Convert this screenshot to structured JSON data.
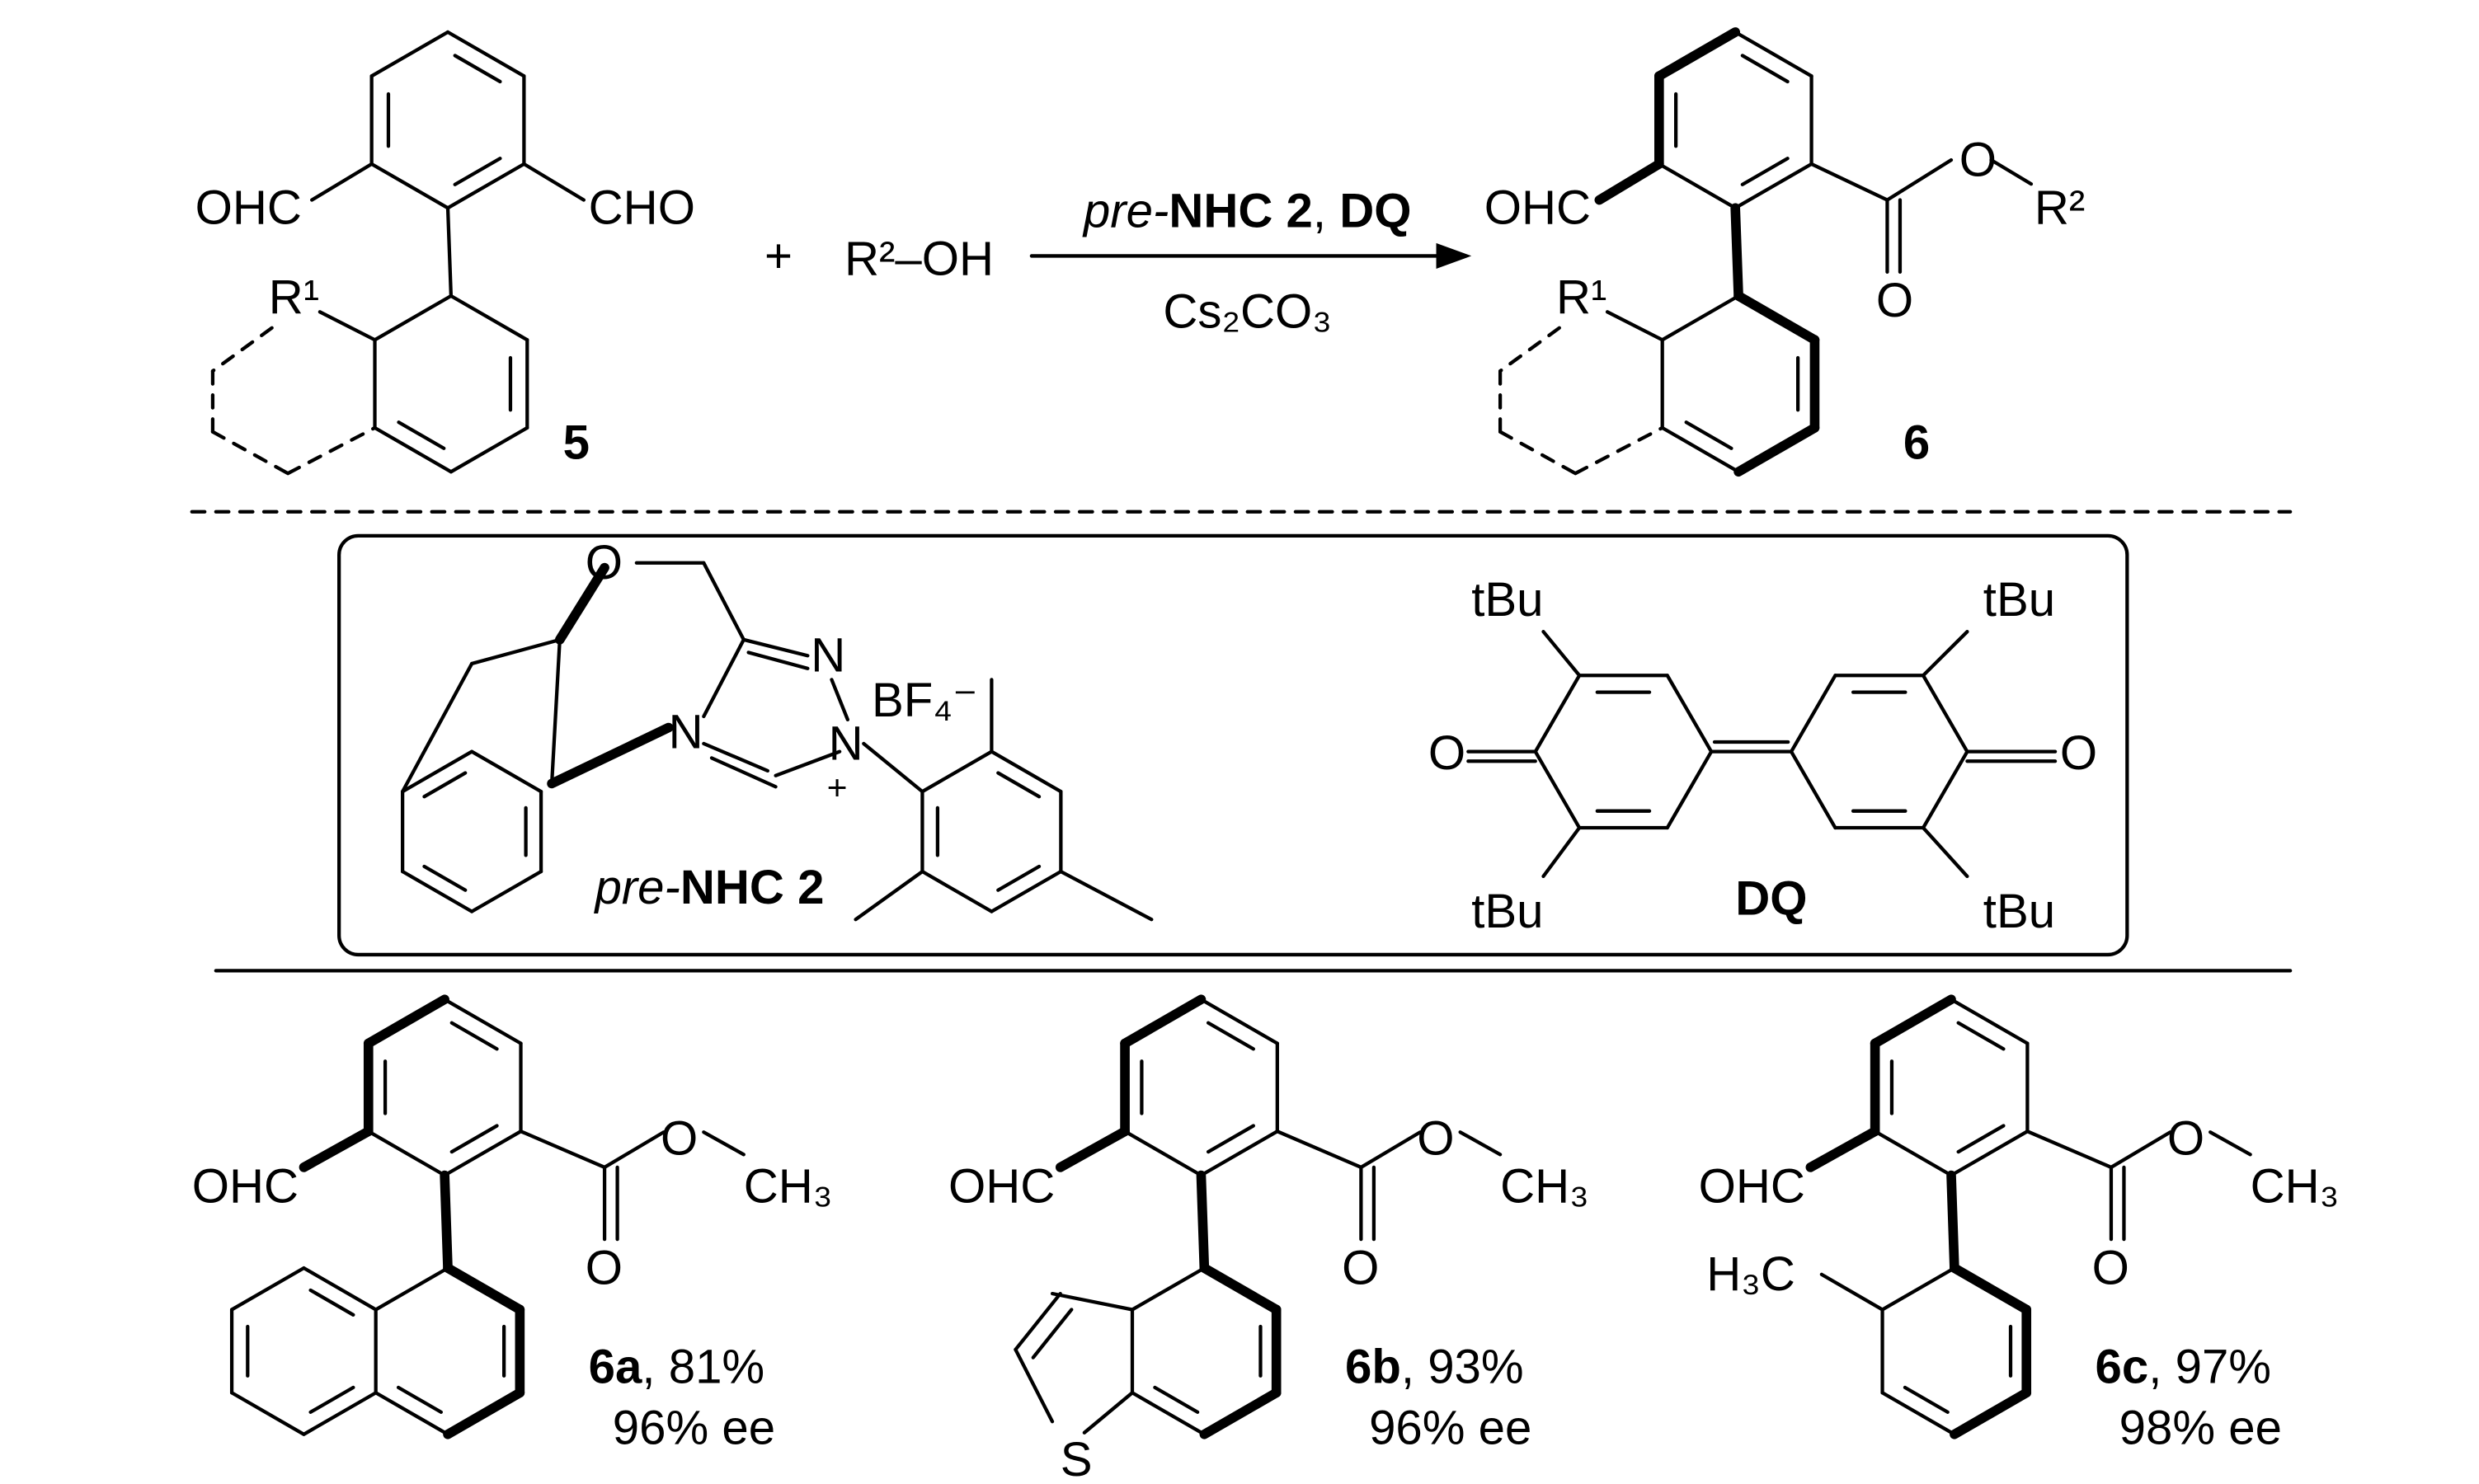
{
  "scheme": {
    "reactant": {
      "label": "5",
      "left_group": "OHC",
      "right_group": "CHO",
      "r1": "R¹"
    },
    "plus": "+",
    "alcohol": "R²–OH",
    "conditions_top": {
      "pre": "pre-",
      "catalyst": "NHC 2",
      "sep": ", ",
      "oxidant": "DQ"
    },
    "conditions_bottom": "Cs₂CO₃",
    "product": {
      "label": "6",
      "left_group": "OHC",
      "r1": "R¹",
      "ester_o": "O",
      "carbonyl_o": "O",
      "r2": "R²"
    }
  },
  "reagents_box": {
    "nhc": {
      "o": "O",
      "n1": "N",
      "n2": "N",
      "n3": "N",
      "plus": "+",
      "anion": "BF₄⁻",
      "label_pre": "pre-",
      "label_main": "NHC 2"
    },
    "dq": {
      "tbu": [
        "tBu",
        "tBu",
        "tBu",
        "tBu"
      ],
      "o_left": "O",
      "o_right": "O",
      "label": "DQ"
    }
  },
  "examples": [
    {
      "id": "6a",
      "yield": ", 81%",
      "ee": "96% ee",
      "aldehyde": "OHC",
      "ester_o": "O",
      "carbonyl_o": "O",
      "methyl": "CH₃",
      "aryl": "naphthyl"
    },
    {
      "id": "6b",
      "yield": ", 93%",
      "ee": "96% ee",
      "aldehyde": "OHC",
      "ester_o": "O",
      "carbonyl_o": "O",
      "methyl": "CH₃",
      "aryl": "benzothiophenyl",
      "s": "S"
    },
    {
      "id": "6c",
      "yield": ", 97%",
      "ee": "98% ee",
      "aldehyde": "OHC",
      "ester_o": "O",
      "carbonyl_o": "O",
      "methyl": "CH₃",
      "aryl": "o-tolyl",
      "h3c": "H₃C"
    }
  ]
}
